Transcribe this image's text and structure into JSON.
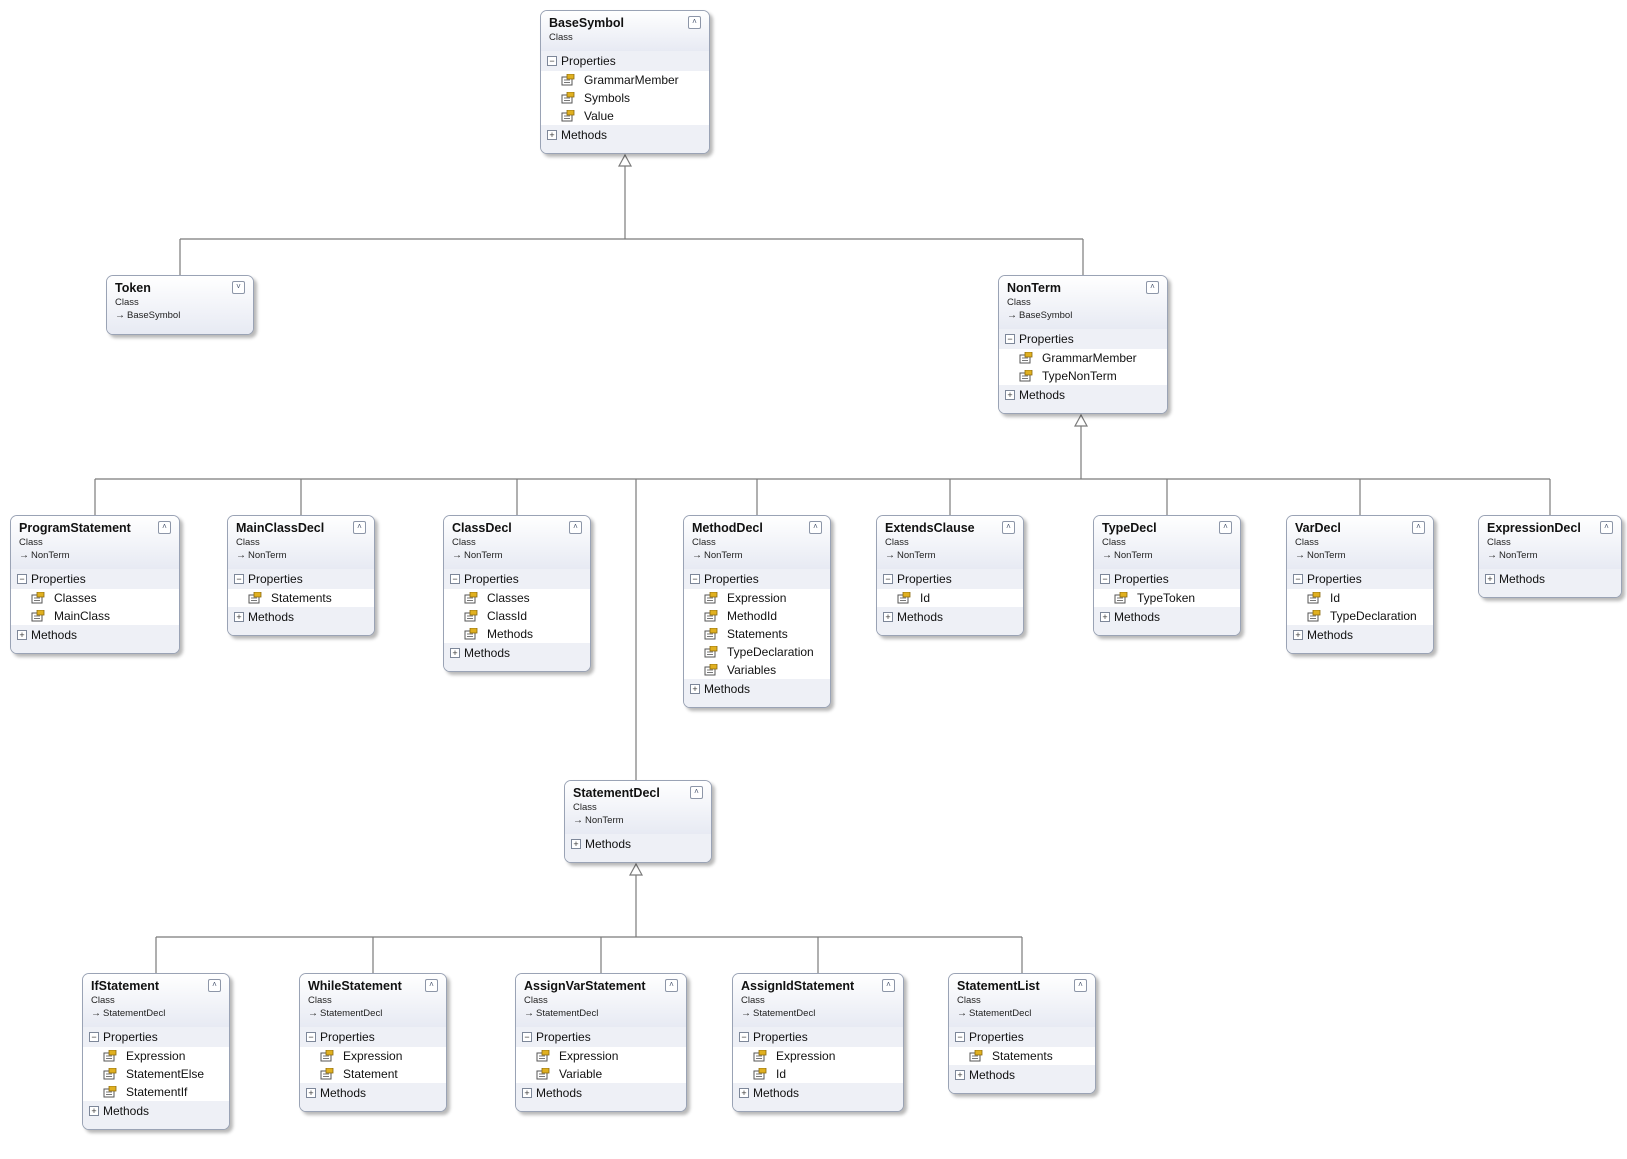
{
  "colors": {
    "connector": "#7a7a7a",
    "border": "#9aa3b5",
    "section_bg": "#eef0f6",
    "icon_gold": "#e0b020"
  },
  "labels": {
    "properties": "Properties",
    "methods": "Methods"
  },
  "classes": [
    {
      "id": "basesymbol",
      "name": "BaseSymbol",
      "kind": "Class",
      "base": "",
      "collapsed": false,
      "properties": [
        "GrammarMember",
        "Symbols",
        "Value"
      ],
      "methods_expanded": false
    },
    {
      "id": "token",
      "name": "Token",
      "kind": "Class",
      "base": "BaseSymbol",
      "collapsed": true,
      "properties": [],
      "methods_expanded": false
    },
    {
      "id": "nonterm",
      "name": "NonTerm",
      "kind": "Class",
      "base": "BaseSymbol",
      "collapsed": false,
      "properties": [
        "GrammarMember",
        "TypeNonTerm"
      ],
      "methods_expanded": false
    },
    {
      "id": "programstatement",
      "name": "ProgramStatement",
      "kind": "Class",
      "base": "NonTerm",
      "collapsed": false,
      "properties": [
        "Classes",
        "MainClass"
      ],
      "methods_expanded": false
    },
    {
      "id": "mainclassdecl",
      "name": "MainClassDecl",
      "kind": "Class",
      "base": "NonTerm",
      "collapsed": false,
      "properties": [
        "Statements"
      ],
      "methods_expanded": false
    },
    {
      "id": "classdecl",
      "name": "ClassDecl",
      "kind": "Class",
      "base": "NonTerm",
      "collapsed": false,
      "properties": [
        "Classes",
        "ClassId",
        "Methods"
      ],
      "methods_expanded": false
    },
    {
      "id": "methoddecl",
      "name": "MethodDecl",
      "kind": "Class",
      "base": "NonTerm",
      "collapsed": false,
      "properties": [
        "Expression",
        "MethodId",
        "Statements",
        "TypeDeclaration",
        "Variables"
      ],
      "methods_expanded": false
    },
    {
      "id": "extendsclause",
      "name": "ExtendsClause",
      "kind": "Class",
      "base": "NonTerm",
      "collapsed": false,
      "properties": [
        "Id"
      ],
      "methods_expanded": false
    },
    {
      "id": "typedecl",
      "name": "TypeDecl",
      "kind": "Class",
      "base": "NonTerm",
      "collapsed": false,
      "properties": [
        "TypeToken"
      ],
      "methods_expanded": false
    },
    {
      "id": "vardecl",
      "name": "VarDecl",
      "kind": "Class",
      "base": "NonTerm",
      "collapsed": false,
      "properties": [
        "Id",
        "TypeDeclaration"
      ],
      "methods_expanded": false
    },
    {
      "id": "expressiondecl",
      "name": "ExpressionDecl",
      "kind": "Class",
      "base": "NonTerm",
      "collapsed": false,
      "properties": null,
      "methods_expanded": false
    },
    {
      "id": "statementdecl",
      "name": "StatementDecl",
      "kind": "Class",
      "base": "NonTerm",
      "collapsed": false,
      "properties": null,
      "methods_expanded": false
    },
    {
      "id": "ifstatement",
      "name": "IfStatement",
      "kind": "Class",
      "base": "StatementDecl",
      "collapsed": false,
      "properties": [
        "Expression",
        "StatementElse",
        "StatementIf"
      ],
      "methods_expanded": false
    },
    {
      "id": "whilestatement",
      "name": "WhileStatement",
      "kind": "Class",
      "base": "StatementDecl",
      "collapsed": false,
      "properties": [
        "Expression",
        "Statement"
      ],
      "methods_expanded": false
    },
    {
      "id": "assignvarstatement",
      "name": "AssignVarStatement",
      "kind": "Class",
      "base": "StatementDecl",
      "collapsed": false,
      "properties": [
        "Expression",
        "Variable"
      ],
      "methods_expanded": false
    },
    {
      "id": "assignidstatement",
      "name": "AssignIdStatement",
      "kind": "Class",
      "base": "StatementDecl",
      "collapsed": false,
      "properties": [
        "Expression",
        "Id"
      ],
      "methods_expanded": false
    },
    {
      "id": "statementlist",
      "name": "StatementList",
      "kind": "Class",
      "base": "StatementDecl",
      "collapsed": false,
      "properties": [
        "Statements"
      ],
      "methods_expanded": false
    }
  ],
  "inheritance": [
    {
      "parent": "basesymbol",
      "children": [
        "token",
        "nonterm"
      ]
    },
    {
      "parent": "nonterm",
      "children": [
        "programstatement",
        "mainclassdecl",
        "classdecl",
        "methoddecl",
        "extendsclause",
        "typedecl",
        "vardecl",
        "expressiondecl",
        "statementdecl"
      ]
    },
    {
      "parent": "statementdecl",
      "children": [
        "ifstatement",
        "whilestatement",
        "assignvarstatement",
        "assignidstatement",
        "statementlist"
      ]
    }
  ]
}
